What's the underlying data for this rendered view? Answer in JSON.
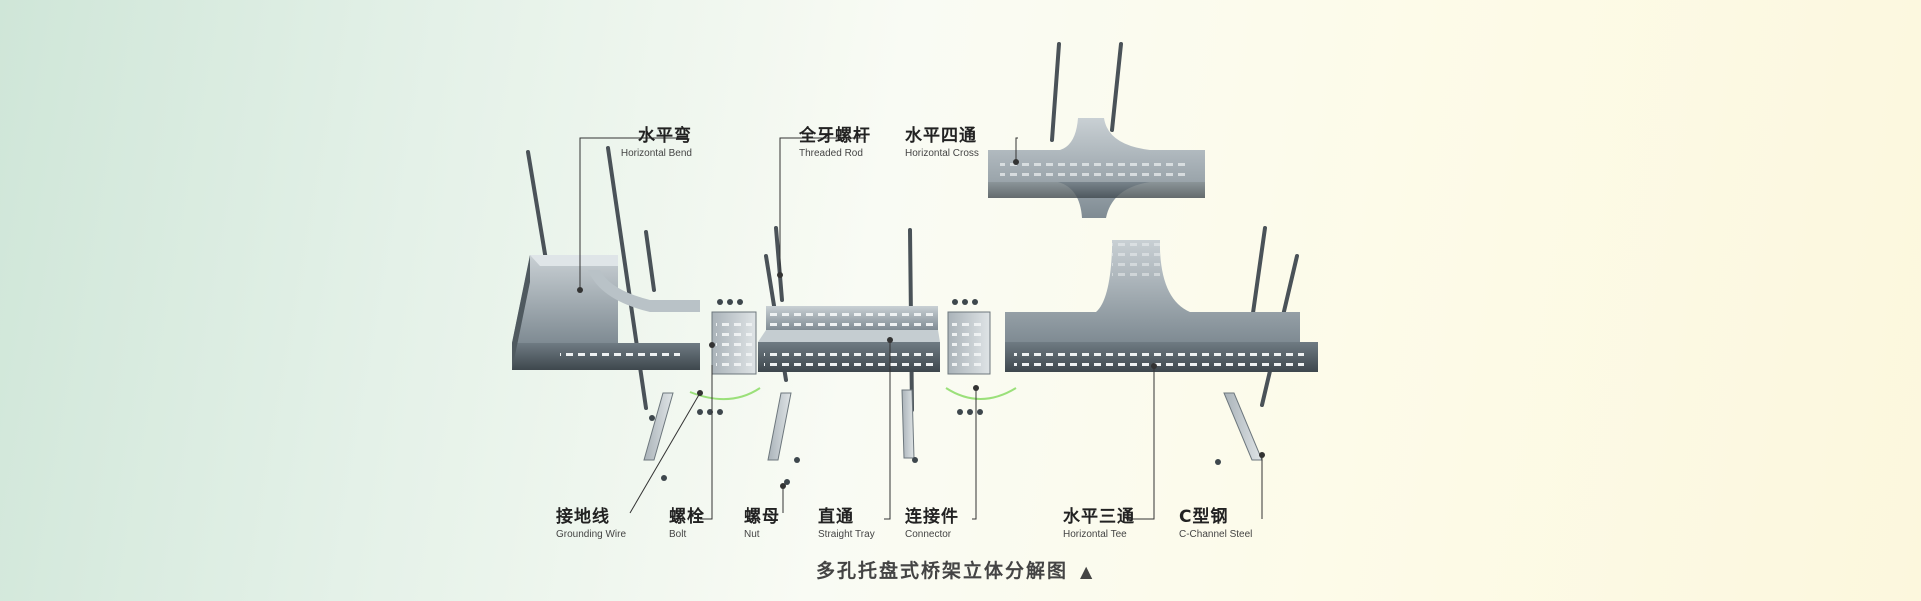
{
  "caption": {
    "title": "多孔托盘式桥架立体分解图",
    "marker": "▲"
  },
  "labels": {
    "horizontal_bend": {
      "zh": "水平弯",
      "en": "Horizontal Bend"
    },
    "threaded_rod": {
      "zh": "全牙螺杆",
      "en": "Threaded Rod"
    },
    "horizontal_cross": {
      "zh": "水平四通",
      "en": "Horizontal Cross"
    },
    "grounding_wire": {
      "zh": "接地线",
      "en": "Grounding Wire"
    },
    "bolt": {
      "zh": "螺栓",
      "en": "Bolt"
    },
    "nut": {
      "zh": "螺母",
      "en": "Nut"
    },
    "straight_tray": {
      "zh": "直通",
      "en": "Straight Tray"
    },
    "connector": {
      "zh": "连接件",
      "en": "Connector"
    },
    "horizontal_tee": {
      "zh": "水平三通",
      "en": "Horizontal Tee"
    },
    "c_channel": {
      "zh": "C型钢",
      "en": "C-Channel Steel"
    }
  },
  "colors": {
    "metal": "#9fa9b0",
    "metal_dark": "#5f6b73",
    "leader": "#333333",
    "ground_wire": "#9be07a"
  }
}
